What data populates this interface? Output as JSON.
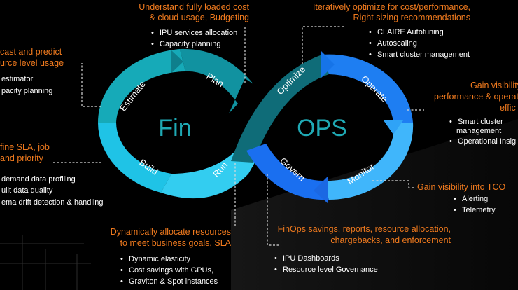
{
  "colors": {
    "bg": "#000000",
    "orange": "#f07a1e",
    "leader": "#d8d8d8",
    "estimate": "#16aab8",
    "plan": "#1192a0",
    "build": "#1fc3e6",
    "run": "#33cdf0",
    "optimize": "#0f6c78",
    "operate": "#1e7ef2",
    "monitor": "#40b6fb",
    "govern": "#1a6ff0",
    "center_text": "#1fa9b4"
  },
  "center": {
    "left": "Fin",
    "right": "OPS"
  },
  "segments": {
    "estimate": "Estimate",
    "plan": "Plan",
    "build": "Build",
    "run": "Run",
    "optimize": "Optimize",
    "operate": "Operate",
    "monitor": "Monitor",
    "govern": "Govern"
  },
  "callouts": {
    "plan": {
      "title": [
        "Understand fully loaded cost",
        "& cloud usage, Budgeting"
      ],
      "items": [
        "IPU services allocation",
        "Capacity planning"
      ]
    },
    "optimize": {
      "title": [
        "Iteratively optimize for cost/performance,",
        "Right sizing recommendations"
      ],
      "items": [
        "CLAIRE Autotuning",
        "Autoscaling",
        "Smart cluster management"
      ]
    },
    "estimate": {
      "title": [
        "cast and predict",
        "urce level usage"
      ],
      "items": [
        "estimator",
        "pacity planning"
      ]
    },
    "operate": {
      "title": [
        "Gain visibility",
        "performance & operat",
        "effic"
      ],
      "items": [
        "Smart cluster",
        "management",
        "Operational Insig"
      ]
    },
    "build": {
      "title": [
        "fine SLA, job",
        "and priority"
      ],
      "items": [
        "demand data profiling",
        "uilt data quality",
        "ema drift detection & handling"
      ]
    },
    "monitor": {
      "title": [
        "Gain visibility into TCO"
      ],
      "items": [
        "Alerting",
        "Telemetry"
      ]
    },
    "run": {
      "title": [
        "Dynamically allocate resources",
        "to meet business goals, SLA"
      ],
      "items": [
        "Dynamic elasticity",
        "Cost savings with GPUs,",
        "Graviton & Spot instances"
      ]
    },
    "govern": {
      "title": [
        "FinOps savings, reports, resource allocation,",
        "chargebacks, and enforcement"
      ],
      "items": [
        "IPU Dashboards",
        "Resource level Governance"
      ]
    }
  }
}
